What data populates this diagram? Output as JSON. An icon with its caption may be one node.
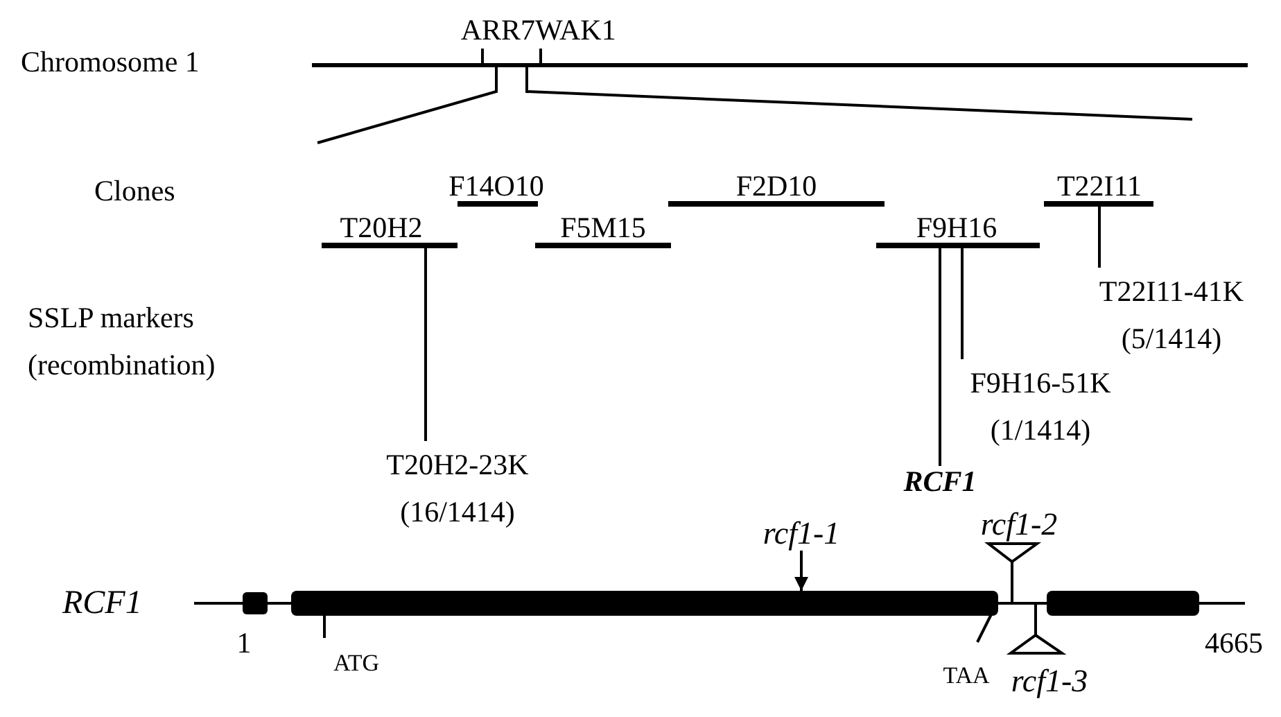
{
  "diagram": {
    "nodes": [
      {
        "text": [
          "F14O10"
        ]
      },
      {
        "text": [
          "F2D10"
        ]
      },
      {
        "text": [
          "T22I11"
        ]
      },
      {
        "text": [
          "T20H2"
        ]
      },
      {
        "text": [
          "F5M15"
        ]
      },
      {
        "text": [
          "F9H16"
        ]
      },
      {
        "text": [
          "T22I11-41K",
          "(5/1414)"
        ]
      },
      {
        "text": [
          "F9H16-51K",
          "(1/1414)"
        ]
      },
      {
        "text": [
          "T20H2-23K",
          "(16/1414)"
        ]
      },
      {
        "text": [
          "RCF1"
        ]
      },
      {
        "text": [
          "rcf1-1"
        ]
      },
      {
        "text": [],
        "shape": "bar"
      }
    ],
    "edges": [
      {
        "from": 6,
        "to": 2,
        "arrow": "none"
      },
      {
        "from": 7,
        "to": 5,
        "arrow": "none"
      },
      {
        "from": 8,
        "to": 3,
        "arrow": "none"
      },
      {
        "from": 9,
        "to": 5,
        "arrow": "none"
      },
      {
        "from": 10,
        "to": 11,
        "arrow": "to"
      }
    ],
    "labels": [
      "ARR7",
      "WAK1",
      "Chromosome 1",
      "Clones",
      "SSLP markers (recombination)",
      "rcf1-2",
      "RCF1",
      "1",
      "ATG",
      "4665",
      "TAA",
      "rcf1-3"
    ]
  }
}
